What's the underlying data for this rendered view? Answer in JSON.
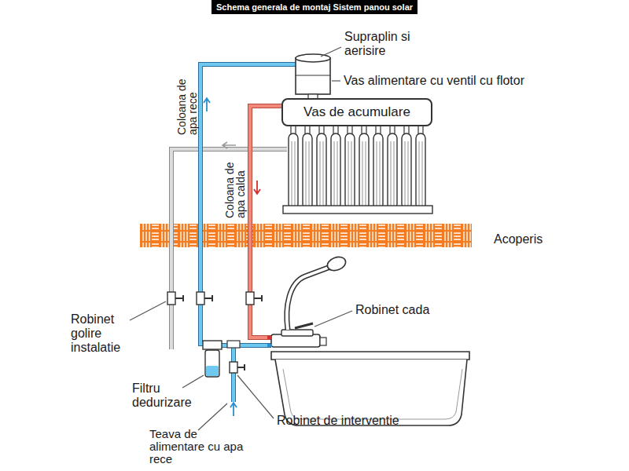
{
  "diagram": {
    "title": "Schema generala de montaj Sistem panou solar",
    "nodes": [
      {
        "text": [
          "Vas de acumulare"
        ]
      }
    ],
    "labels": [
      "Supraplin si aerisire",
      "Vas alimentare cu ventil cu flotor",
      "Coloana de apa rece",
      "Coloana de apa calda",
      "Acoperis",
      "Robinet cada",
      "Robinet golire instalatie",
      "Filtru dedurizare",
      "Robinet de interventie",
      "Teava de alimentare cu apa rece"
    ]
  }
}
